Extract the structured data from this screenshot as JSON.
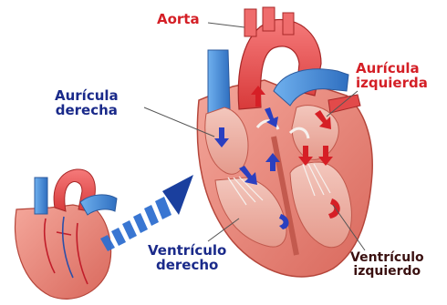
{
  "labels": {
    "aorta": "Aorta",
    "auricula_izquierda": [
      "Aurícula",
      "izquierda"
    ],
    "auricula_derecha": [
      "Aurícula",
      "derecha"
    ],
    "ventriculo_derecho": [
      "Ventrículo",
      "derecho"
    ],
    "ventriculo_izquierdo": [
      "Ventrículo",
      "izquierdo"
    ]
  },
  "colors": {
    "oxygenated": "#d41f26",
    "deoxygenated": "#1a2a8a",
    "tissue": "#e8857a",
    "vessel_blue": "#4a8fd6",
    "flow_arrow": "#1f3f9a"
  }
}
